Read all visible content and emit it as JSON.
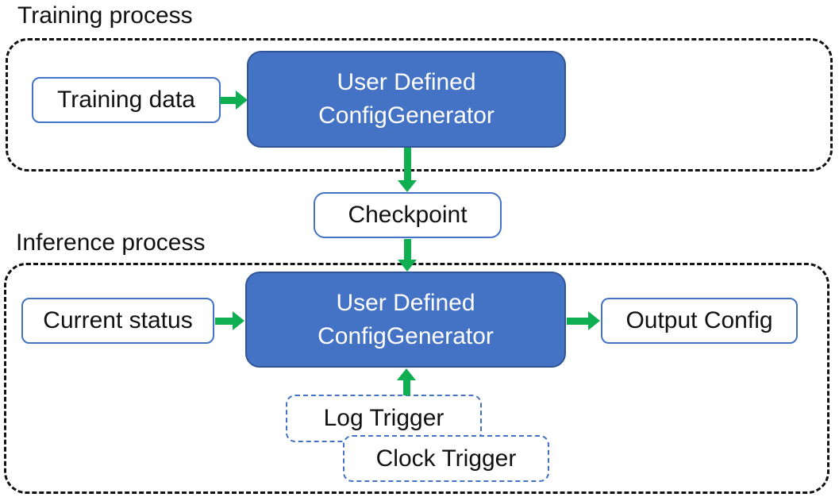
{
  "diagram": {
    "title_hint": "Training / inference pipeline for a user-defined config generator",
    "training": {
      "label": "Training process",
      "input_box": "Training data",
      "generator_line1": "User Defined",
      "generator_line2": "ConfigGenerator"
    },
    "checkpoint": {
      "label": "Checkpoint"
    },
    "inference": {
      "label": "Inference process",
      "input_box": "Current status",
      "generator_line1": "User Defined",
      "generator_line2": "ConfigGenerator",
      "output_box": "Output Config",
      "log_trigger": "Log Trigger",
      "clock_trigger": "Clock Trigger"
    },
    "edges": [
      {
        "from": "Training data",
        "to": "User Defined ConfigGenerator (training)"
      },
      {
        "from": "User Defined ConfigGenerator (training)",
        "to": "Checkpoint"
      },
      {
        "from": "Checkpoint",
        "to": "User Defined ConfigGenerator (inference)"
      },
      {
        "from": "Current status",
        "to": "User Defined ConfigGenerator (inference)"
      },
      {
        "from": "User Defined ConfigGenerator (inference)",
        "to": "Output Config"
      },
      {
        "from": "Log Trigger / Clock Trigger",
        "to": "User Defined ConfigGenerator (inference)"
      }
    ],
    "colors": {
      "node_fill": "#4472C4",
      "node_border": "#2F5597",
      "light_box_border": "#4472C4",
      "arrow_green": "#0FAE50",
      "container_dash": "#111111"
    }
  }
}
